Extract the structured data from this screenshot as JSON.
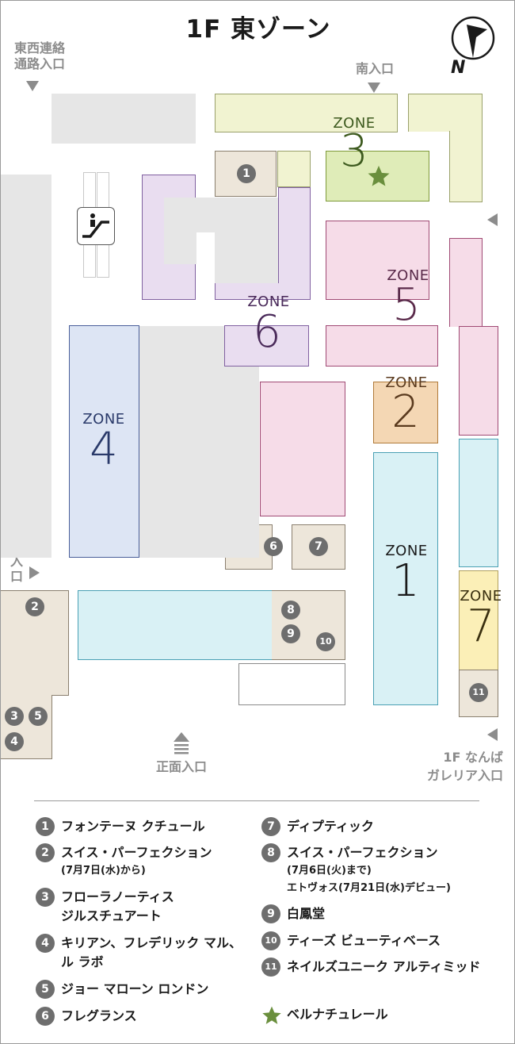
{
  "title": "1F 東ゾーン",
  "compass_label": "N",
  "gates": {
    "east_west_corridor": "東西連絡\n通路入口",
    "south": "南入口",
    "east": "東\n入\n口",
    "main": "正面入口",
    "namba_galleria": "1F なんば\nガレリア入口"
  },
  "zones": [
    {
      "word": "ZONE",
      "number": "1",
      "color": "#d9f1f5"
    },
    {
      "word": "ZONE",
      "number": "2",
      "color": "#f4d7b4"
    },
    {
      "word": "ZONE",
      "number": "3",
      "color": "#dfecb8"
    },
    {
      "word": "ZONE",
      "number": "4",
      "color": "#dde5f4"
    },
    {
      "word": "ZONE",
      "number": "5",
      "color": "#f6dce8"
    },
    {
      "word": "ZONE",
      "number": "6",
      "color": "#e9ddf0"
    },
    {
      "word": "ZONE",
      "number": "7",
      "color": "#fbefb7"
    }
  ],
  "map_markers": [
    "1",
    "2",
    "3",
    "4",
    "5",
    "6",
    "7",
    "8",
    "9",
    "10",
    "11"
  ],
  "legend": [
    {
      "num": "1",
      "name": "フォンテーヌ クチュール"
    },
    {
      "num": "2",
      "name": "スイス・パーフェクション",
      "sub": [
        "(7月7日(水)から)"
      ]
    },
    {
      "num": "3",
      "name": "フローラノーティス",
      "sub2": "ジルスチュアート"
    },
    {
      "num": "4",
      "name": "キリアン、フレデリック マル、",
      "sub2": "ル ラボ"
    },
    {
      "num": "5",
      "name": "ジョー マローン ロンドン"
    },
    {
      "num": "6",
      "name": "フレグランス"
    },
    {
      "num": "7",
      "name": "ディプティック"
    },
    {
      "num": "8",
      "name": "スイス・パーフェクション",
      "sub": [
        "(7月6日(火)まで)",
        "エトヴォス(7月21日(水)デビュー)"
      ]
    },
    {
      "num": "9",
      "name": "白鳳堂"
    },
    {
      "num": "10",
      "name": "ティーズ ビューティベース"
    },
    {
      "num": "11",
      "name": "ネイルズユニーク アルティミッド"
    },
    {
      "num": "★",
      "name": "ベルナチュレール"
    }
  ],
  "colors": {
    "star": "#6a8f3d",
    "marker": "#6e6e6e",
    "tan": "#ede6da",
    "gray": "#e6e6e6"
  }
}
